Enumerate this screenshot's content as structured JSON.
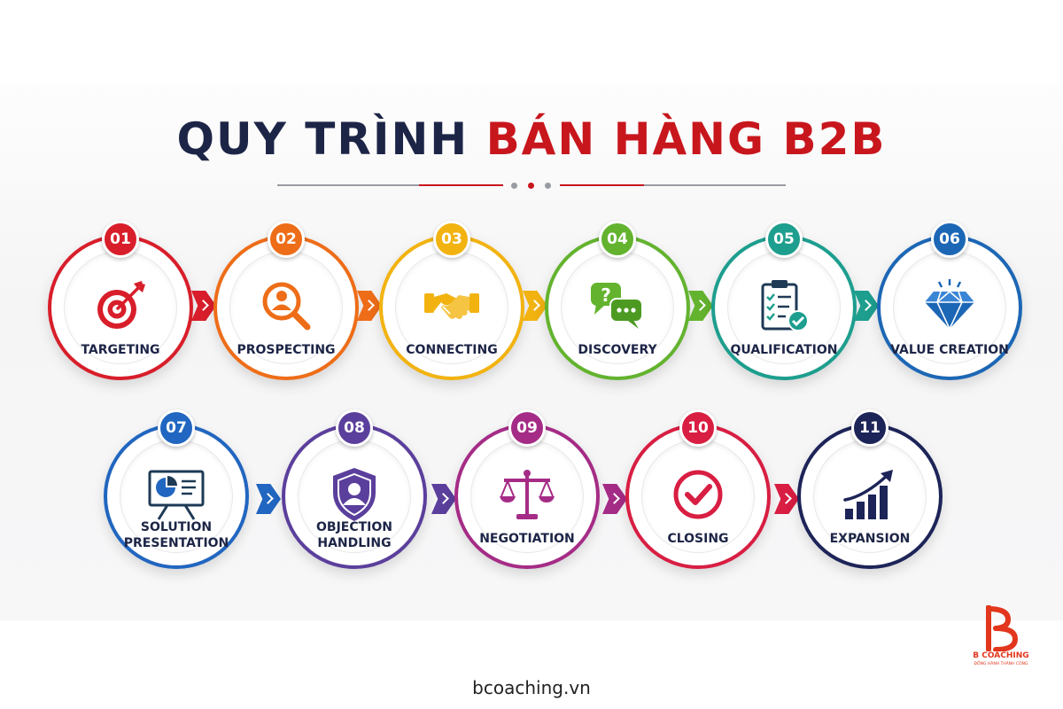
{
  "title": {
    "part1": "QUY TRÌNH",
    "part2": "BÁN HÀNG B2B"
  },
  "colors": {
    "navy": "#1d2547",
    "brand_red": "#c8161d",
    "step_colors": [
      "#d81e2a",
      "#ee6d18",
      "#f2b311",
      "#63b32e",
      "#1d9e8e",
      "#1c67b5",
      "#2166c0",
      "#5b3f9c",
      "#a52c86",
      "#d81e42",
      "#1d2458"
    ]
  },
  "steps": [
    {
      "num": "01",
      "label": "TARGETING",
      "icon": "target-icon"
    },
    {
      "num": "02",
      "label": "PROSPECTING",
      "icon": "magnifier-person-icon"
    },
    {
      "num": "03",
      "label": "CONNECTING",
      "icon": "handshake-icon"
    },
    {
      "num": "04",
      "label": "DISCOVERY",
      "icon": "chat-bubbles-icon"
    },
    {
      "num": "05",
      "label": "QUALIFICATION",
      "icon": "checklist-icon"
    },
    {
      "num": "06",
      "label": "VALUE CREATION",
      "icon": "diamond-icon"
    },
    {
      "num": "07",
      "label": "SOLUTION PRESENTATION",
      "line1": "SOLUTION",
      "line2": "PRESENTATION",
      "icon": "presentation-board-icon"
    },
    {
      "num": "08",
      "label": "OBJECTION HANDLING",
      "line1": "OBJECTION",
      "line2": "HANDLING",
      "icon": "shield-person-icon"
    },
    {
      "num": "09",
      "label": "NEGOTIATION",
      "icon": "scales-icon"
    },
    {
      "num": "10",
      "label": "CLOSING",
      "icon": "check-circle-icon"
    },
    {
      "num": "11",
      "label": "EXPANSION",
      "icon": "growth-chart-icon"
    }
  ],
  "brand": {
    "name": "B COACHING",
    "tagline": "ĐỒNG HÀNH THÀNH CÔNG"
  },
  "footer": {
    "website": "bcoaching.vn"
  }
}
